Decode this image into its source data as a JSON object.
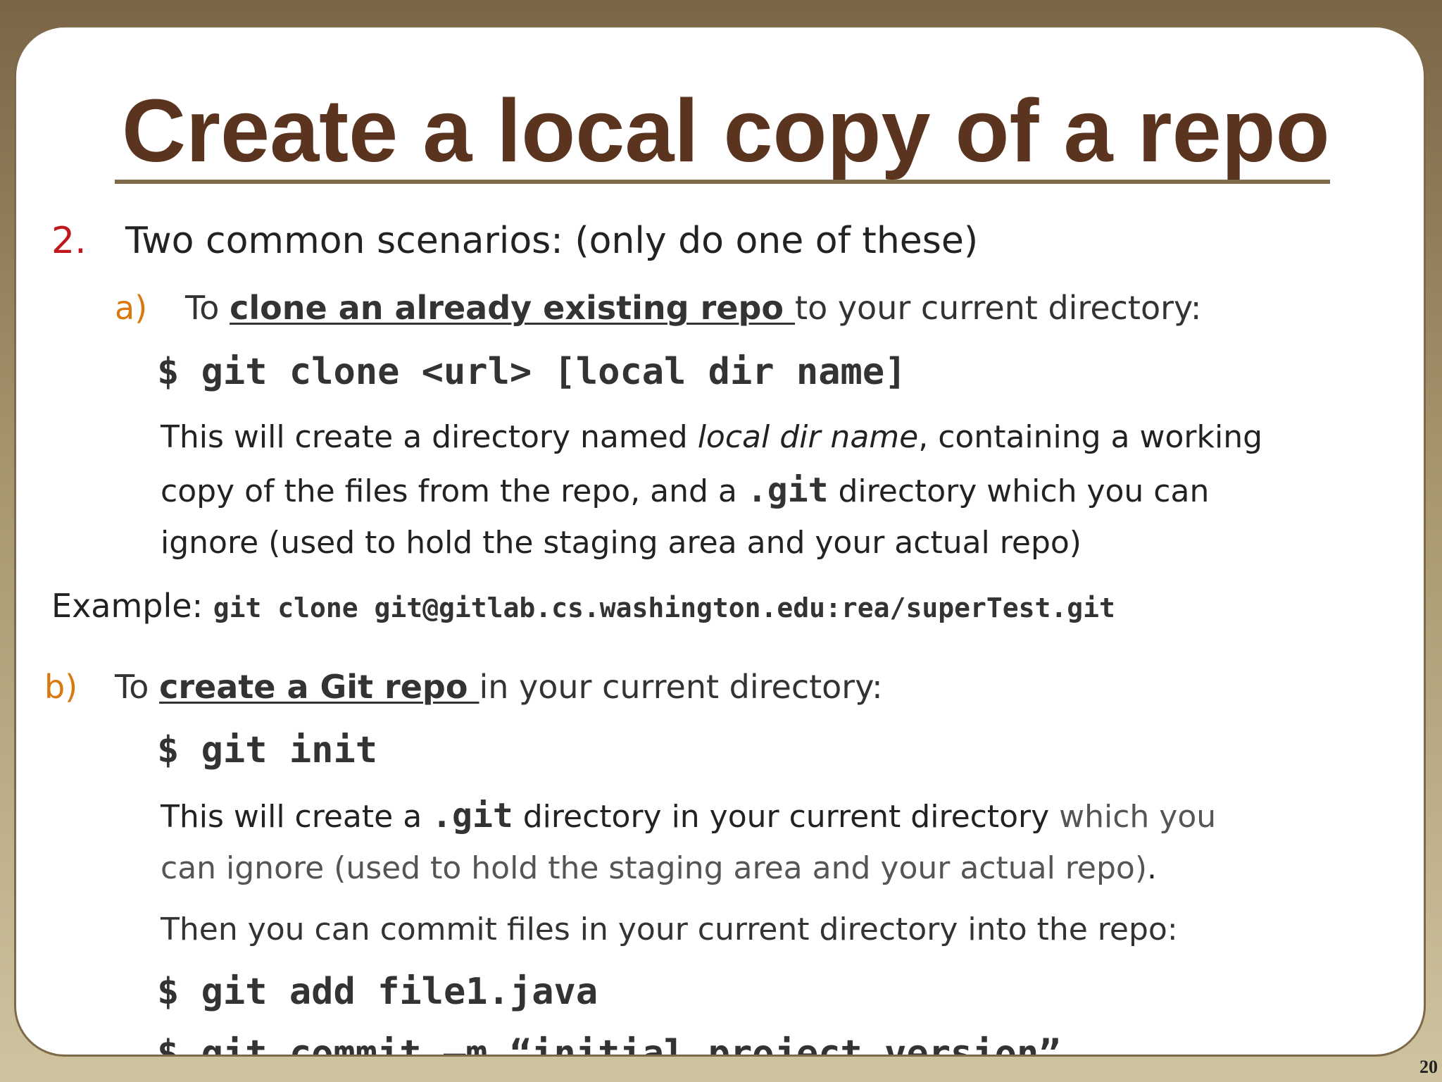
{
  "title": "Create a local copy of a repo",
  "item2": {
    "marker": "2.",
    "text": "Two common scenarios: (only do one of these)"
  },
  "a": {
    "marker": "a)",
    "pre": "To ",
    "link": "clone an already existing repo ",
    "post": "to your current directory:",
    "command": "$ git clone <url> [local dir name]",
    "desc": {
      "l1_pre": "This will create a directory named ",
      "l1_ital": "local dir name",
      "l1_post": ", containing  a working",
      "l2_pre": "copy  of the files from the repo, and a ",
      "l2_code": ".git",
      "l2_post": "  directory which you can",
      "l3": "ignore (used to hold the staging area and your actual repo)"
    }
  },
  "example": {
    "label": "Example: ",
    "code": "git clone git@gitlab.cs.washington.edu:rea/superTest.git"
  },
  "b": {
    "marker": "b)",
    "pre": "To ",
    "link": "create a Git repo ",
    "post": "in your current directory:",
    "command": "$ git init",
    "desc": {
      "l1_pre": "This will create a ",
      "l1_code": ".git",
      "l1_mid": "  directory in your current directory",
      "l1_post": " which you",
      "l2": "can ignore (used to hold the staging area and your actual repo)",
      "l2_end": "."
    },
    "then": "Then you can commit files in your current directory into the repo:",
    "cmd_add": "$ git add file1.java",
    "cmd_commit": "$ git commit –m “initial project version”"
  },
  "page_number": "20"
}
